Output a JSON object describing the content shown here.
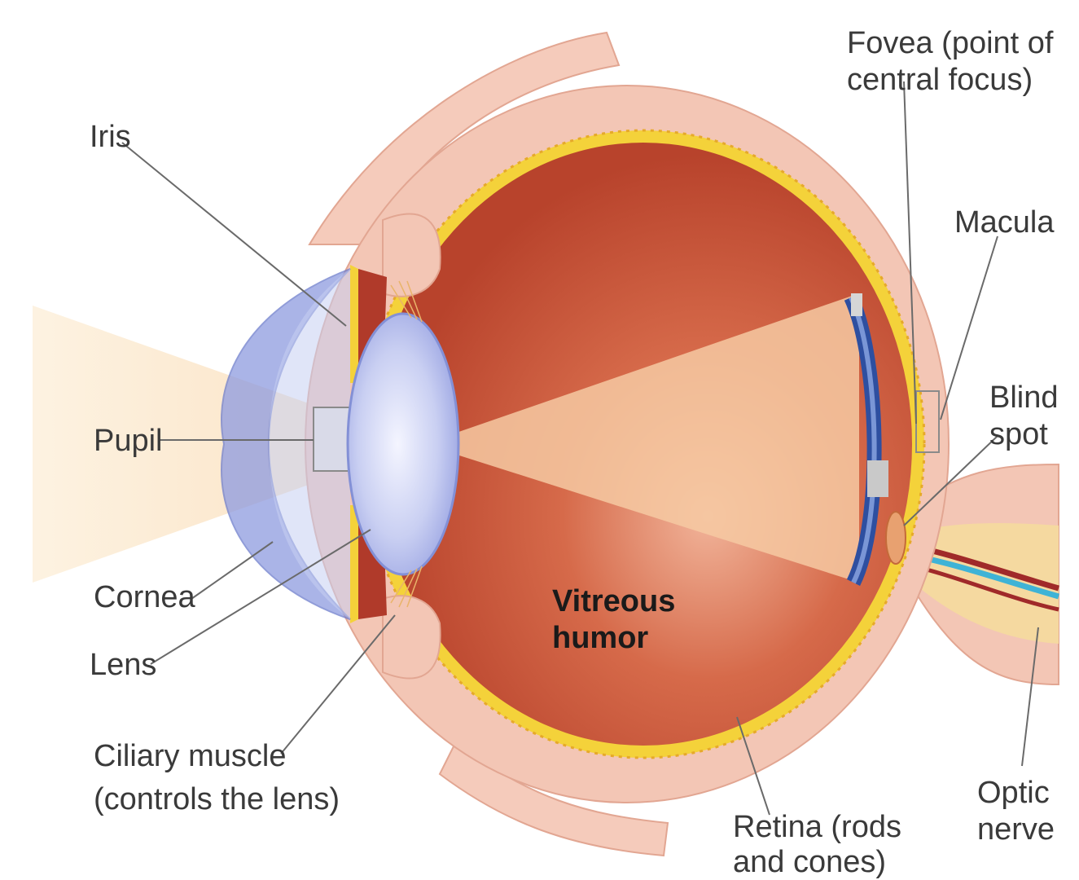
{
  "labels": {
    "fovea": [
      "Fovea (point of",
      "central focus)"
    ],
    "iris": "Iris",
    "macula": "Macula",
    "blind_spot": [
      "Blind",
      "spot"
    ],
    "pupil": "Pupil",
    "cornea": "Cornea",
    "lens": "Lens",
    "ciliary_muscle": [
      "Ciliary muscle",
      "(controls the lens)"
    ],
    "vitreous_humor": [
      "Vitreous",
      "humor"
    ],
    "retina": [
      "Retina (rods",
      "and cones)"
    ],
    "optic_nerve": [
      "Optic",
      "nerve"
    ]
  },
  "colors": {
    "sclera": "#f3c6b5",
    "retina_layer": "#f4d23a",
    "choroid": "#c5452b",
    "vitreous": "#c8553a",
    "light_beam": "#fbe7c6",
    "lens": "#c6cdf0",
    "cornea": "#8e9be0",
    "photoreceptor_band": "#2e4fa0",
    "optic_nerve": "#f5d9a0",
    "vein": "#a02a2a",
    "artery": "#3fb3d6"
  }
}
